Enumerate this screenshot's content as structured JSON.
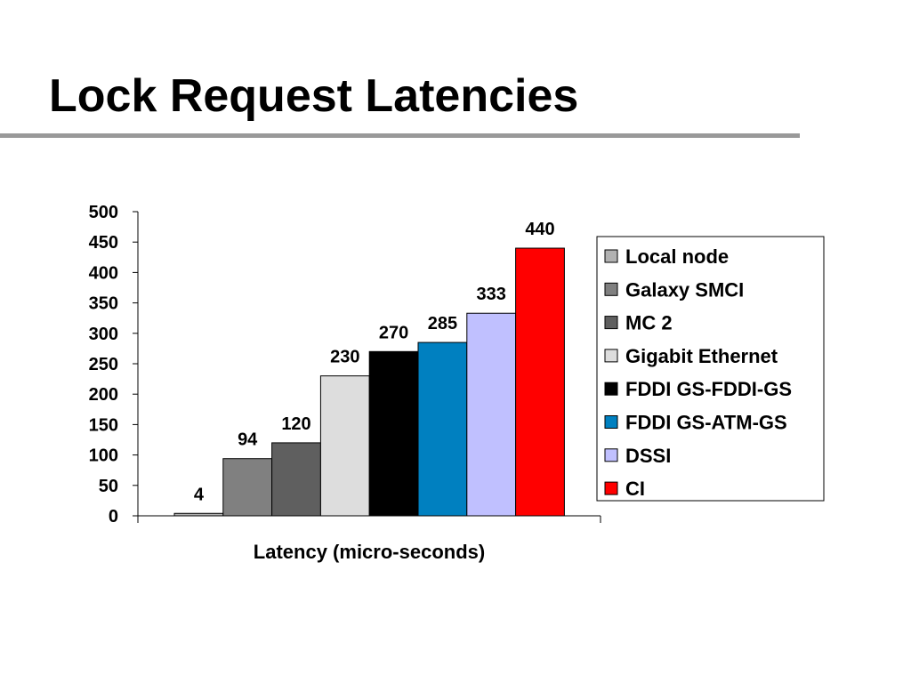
{
  "slide": {
    "title": "Lock Request Latencies"
  },
  "colors": {
    "title_rule": "#999999",
    "axis": "#000000"
  },
  "chart_data": {
    "type": "bar",
    "title": "",
    "xlabel": "Latency (micro-seconds)",
    "ylabel": "",
    "ylim": [
      0,
      500
    ],
    "yticks": [
      0,
      50,
      100,
      150,
      200,
      250,
      300,
      350,
      400,
      450,
      500
    ],
    "grid": false,
    "legend_position": "right",
    "series": [
      {
        "name": "Local node",
        "value": 4,
        "color": "#B2B2B2"
      },
      {
        "name": "Galaxy SMCI",
        "value": 94,
        "color": "#808080"
      },
      {
        "name": "MC 2",
        "value": 120,
        "color": "#5F5F5F"
      },
      {
        "name": "Gigabit Ethernet",
        "value": 230,
        "color": "#DDDDDD"
      },
      {
        "name": "FDDI GS-FDDI-GS",
        "value": 270,
        "color": "#000000"
      },
      {
        "name": "FDDI GS-ATM-GS",
        "value": 285,
        "color": "#0080C0"
      },
      {
        "name": "DSSI",
        "value": 333,
        "color": "#C0C0FF"
      },
      {
        "name": "CI",
        "value": 440,
        "color": "#FF0000"
      }
    ]
  }
}
